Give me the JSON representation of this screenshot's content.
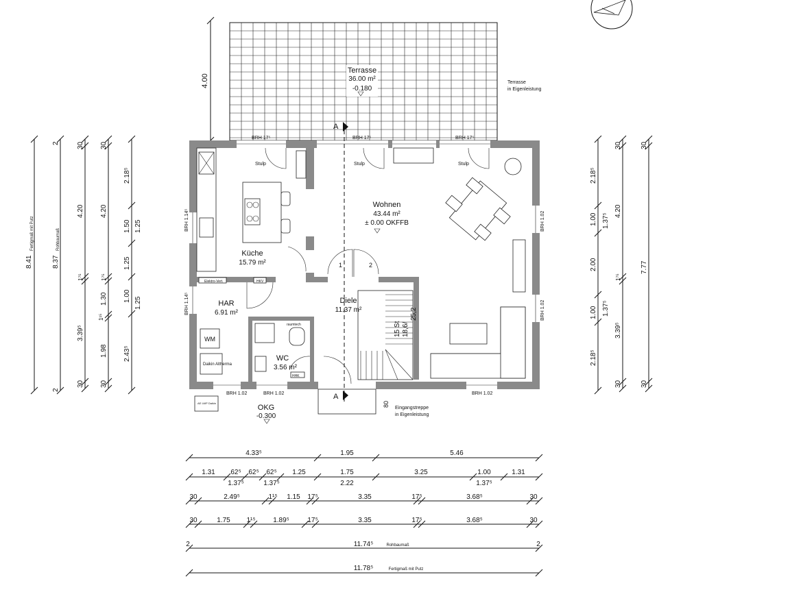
{
  "rooms": {
    "terrace": {
      "name": "Terrasse",
      "area": "36.00 m²",
      "level": "-0.180",
      "note_line1": "Terrasse",
      "note_line2": "in Eigenleistung"
    },
    "living": {
      "name": "Wohnen",
      "area": "43.44 m²",
      "level": "± 0.00 OKFFB"
    },
    "kitchen": {
      "name": "Küche",
      "area": "15.79 m²"
    },
    "har": {
      "name": "HAR",
      "area": "6.91 m²"
    },
    "hall": {
      "name": "Diele",
      "area": "11.37 m²"
    },
    "wc": {
      "name": "WC",
      "area": "3.56 m²"
    },
    "okg": {
      "name": "OKG",
      "level": "-0.300"
    }
  },
  "labels": {
    "brh_top_1": "BRH 17⁵",
    "brh_top_2": "BRH 17⁵",
    "brh_top_3": "BRH 17⁵",
    "stulp_1": "Stulp",
    "stulp_2": "Stulp",
    "stulp_3": "Stulp",
    "brh_left_kitchen": "BRH 1.14⁵",
    "brh_left_har": "BRH 1.14⁵",
    "brh_right_1": "BRH 1.02",
    "brh_right_2": "BRH 1.02",
    "brh_bot_1": "BRH 1.02",
    "brh_bot_2": "BRH 1.02",
    "brh_bot_3": "BRH 1.02",
    "section_a": "A",
    "door_1": "1",
    "door_2": "2",
    "wm": "WM",
    "daikin": "Daikin\nAltherma",
    "elektro": "Elektro-Vert.",
    "hkv": "HKV",
    "hhk": "HHK",
    "raumtech": "raumtech",
    "awp": "AE LWP Daikin",
    "entry_stairs_1": "Eingangstreppe",
    "entry_stairs_2": "in Eigenleistung",
    "stair_1": "15 St",
    "stair_2": "18,6/",
    "stair_3": "25,2",
    "entry_dim": "80",
    "terrace_dim": "4.00",
    "left_finish": "Fertigmaß mit Putz",
    "left_raw": "Rohbaumaß"
  },
  "dims_left": {
    "overall_finish": "8.41",
    "overall_raw": "8.37",
    "c1_a": "2",
    "c1_b": "2",
    "c2_a": "4.20",
    "c2_b": "1⁷⁵",
    "c2_c": "3.39⁵",
    "c2_d": "30",
    "c2_e": "30",
    "c3_a": "4.20",
    "c3_b": "1⁷⁵",
    "c3_c": "1.30",
    "c3_d": "1¹⁵",
    "c3_e": "1.98",
    "c3_f": "30",
    "c3_g": "30",
    "c4_a": "2.18⁵",
    "c4_b": "1.50",
    "c4_c": "1.25",
    "c4_d": "1.00",
    "c4_e": "2.43⁵",
    "c5_a": "1.25",
    "c5_b": "1.25"
  },
  "dims_right": {
    "c1_a": "2.18⁵",
    "c1_b": "1.00",
    "c1_c": "2.00",
    "c1_d": "1.00",
    "c1_e": "2.18⁵",
    "c2_a": "30",
    "c2_b": "1.37⁵",
    "c2_c": "1⁷⁵",
    "c2_d": "1.37⁵",
    "c2_e": "3.39⁵",
    "c2_f": "30",
    "c3_a": "4.20",
    "c4_a": "30",
    "c4_b": "7.77",
    "c4_c": "30"
  },
  "dims_bottom": {
    "r1": [
      "4.33⁵",
      "1.95",
      "5.46"
    ],
    "r2": [
      "1.31",
      "62⁵",
      "62⁵",
      "62⁵",
      "1.25",
      "1.75",
      "3.25",
      "1.00",
      "1.31"
    ],
    "r2b": [
      "1.37⁵",
      "1.37⁵",
      "2.22",
      "1.37⁵"
    ],
    "r3": [
      "30",
      "2.49⁵",
      "1¹⁵",
      "1.15",
      "17⁵",
      "3.35",
      "17⁵",
      "3.68⁵",
      "30"
    ],
    "r4": [
      "30",
      "1.75",
      "1¹⁵",
      "1.89⁵",
      "17⁵",
      "3.35",
      "17⁵",
      "3.68⁵",
      "30"
    ],
    "r5_value": "11.74⁵",
    "r5_label": "Rohbaumaß",
    "r5_end_l": "2",
    "r5_end_r": "2",
    "r6_value": "11.78⁵",
    "r6_label": "Fertigmaß mit Putz"
  }
}
